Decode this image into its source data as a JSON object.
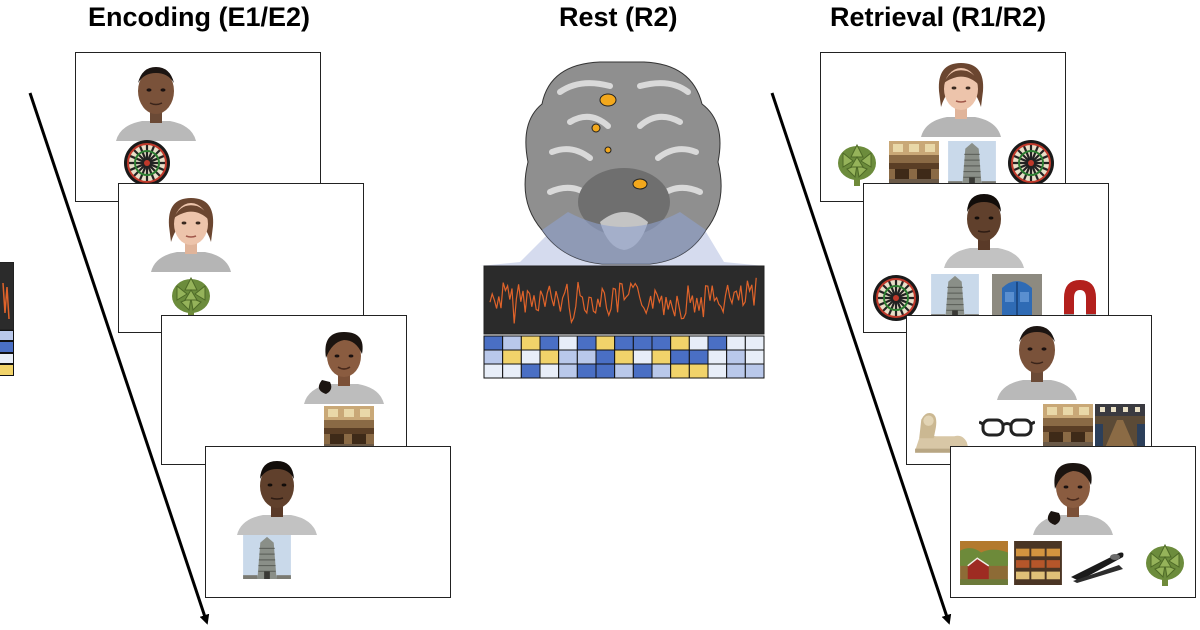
{
  "titles": {
    "encoding": "Encoding (E1/E2)",
    "rest": "Rest (R2)",
    "retrieval": "Retrieval (R1/R2)"
  },
  "colors": {
    "eeg_background": "#2b2b2b",
    "eeg_trace": "#e0632a",
    "grid_dark_blue": "#4a6fc4",
    "grid_light_blue": "#b9c8ea",
    "grid_yellow": "#f1d36a",
    "grid_pale": "#e8eef8",
    "activation": "#f3a81c"
  },
  "icons": {
    "dartboard": "dartboard-icon",
    "artichoke": "artichoke-icon",
    "restaurant": "restaurant-photo",
    "temple": "temple-photo",
    "door": "blue-door-photo",
    "magnet": "magnet-icon",
    "sphinx": "sphinx-statue-photo",
    "glasses": "eyeglasses-icon",
    "library": "library-photo",
    "barn": "red-barn-photo",
    "market": "food-market-photo",
    "stapler": "stapler-icon"
  }
}
